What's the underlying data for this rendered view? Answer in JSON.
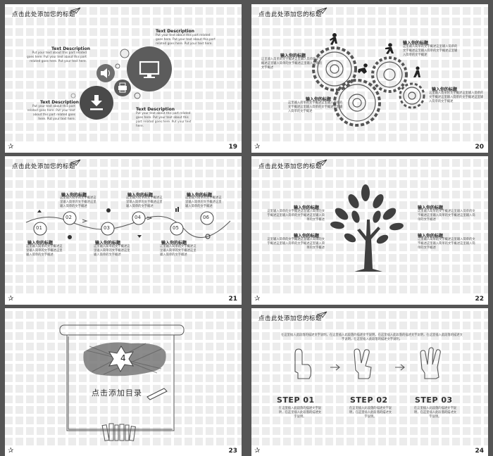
{
  "slide_title": "点击此处添加您的标题",
  "footer_star": "✰",
  "slides": {
    "s19": {
      "num": "19",
      "desc1_title": "Text Description",
      "desc1_body": "Put your text about this part related goes here. Put your text about this part related goes here. Put your text here.",
      "desc2_title": "Text Description",
      "desc2_body": "Put your text about this part related goes here. Put your text about this part related goes here. Put your text here.",
      "desc3_title": "Text Description",
      "desc3_body": "Put your text about this part related goes here. Put your text about this part related goes here. Put your text here.",
      "desc4_title": "Text Description",
      "desc4_body": "Put your text about this part related goes here. Put your text about this part related goes here. Put your text here."
    },
    "s20": {
      "num": "20",
      "head": "输入你的标题",
      "body": "这里输入简单的文字概述这里输入简单的文字概述这里输入简单的文字概述这里输入简单的文字概述"
    },
    "s21": {
      "num": "21",
      "head": "输入你的标题",
      "body": "这里输入简单的文字概述这里输入简单的文字概述这里输入简单的文字概述",
      "nums": [
        "01",
        "02",
        "03",
        "04",
        "05",
        "06"
      ]
    },
    "s22": {
      "num": "22",
      "head": "输入你的标题",
      "body": "这里输入简单的文字概述这里输入简单的文字概述这里输入简单的文字概述这里输入简单的文字概述"
    },
    "s23": {
      "num": "23",
      "big_num": "4",
      "label": "点击添加目录"
    },
    "s24": {
      "num": "24",
      "intro": "在这里插入此段落的描述文字说明，在这里插入此段落的描述文字说明，在这里插入此段落的描述文字说明，在这里插入此段落的描述文字说明，在这里插入此段落的描述文字说明。",
      "steps": [
        "STEP 01",
        "STEP 02",
        "STEP 03"
      ],
      "step_body": "在这里插入此段落的描述文字说明，在这里插入此段落的描述文字说明。"
    }
  }
}
